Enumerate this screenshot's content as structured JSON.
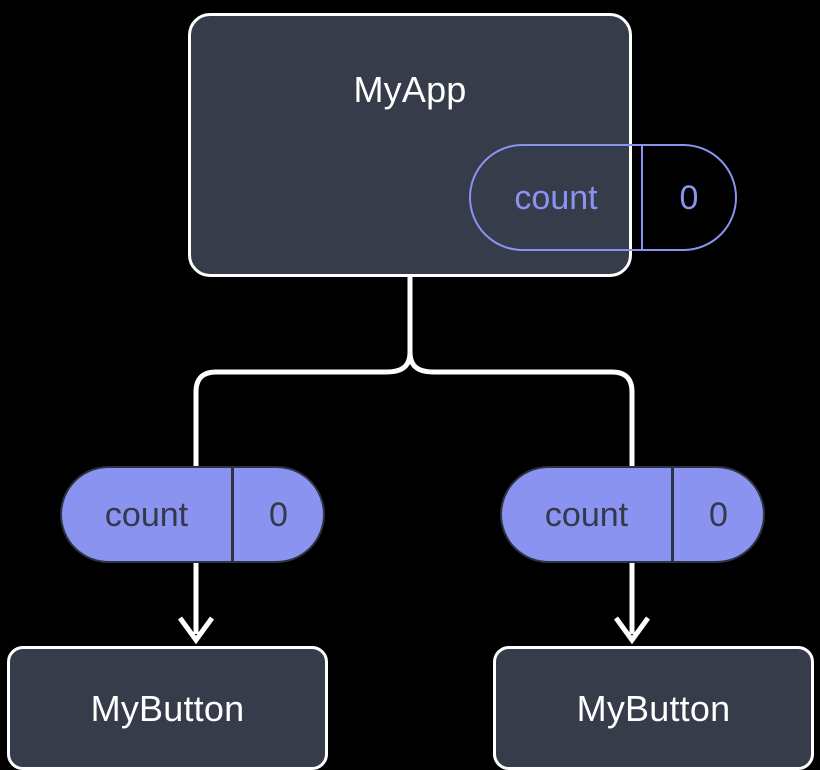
{
  "diagram": {
    "type": "component-state-tree",
    "background_color": "#000000",
    "colors": {
      "node_fill": "#363c4a",
      "node_border": "#ffffff",
      "node_text": "#ffffff",
      "pill_fill": "#8b93f0",
      "pill_outline": "#8b93f0",
      "pill_text_dark": "#33394a",
      "edge": "#ffffff"
    },
    "root": {
      "title": "MyApp",
      "state": {
        "key": "count",
        "value": "0"
      }
    },
    "children": [
      {
        "state": {
          "key": "count",
          "value": "0"
        },
        "component": {
          "title": "MyButton"
        }
      },
      {
        "state": {
          "key": "count",
          "value": "0"
        },
        "component": {
          "title": "MyButton"
        }
      }
    ]
  }
}
